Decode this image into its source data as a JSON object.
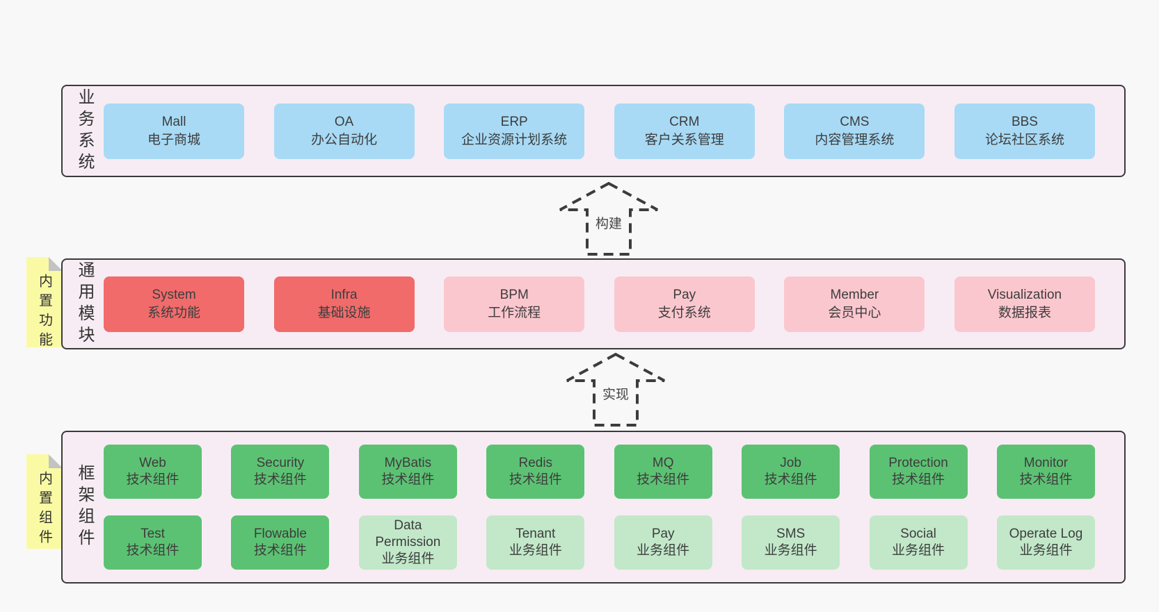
{
  "colors": {
    "page_bg": "#f8f8f8",
    "band_bg": "#f7ecf4",
    "band_border": "#3a3a3a",
    "box_blue": "#a8daf5",
    "box_red": "#f16b6b",
    "box_pink": "#fbc7ce",
    "box_green": "#5cc273",
    "box_green_light": "#c2e8c9",
    "note_yellow": "#fafaa5",
    "note_fold_gray": "#c3c3c3",
    "arrow_dash": "#3c3c3c"
  },
  "layers": [
    {
      "id": "business-systems",
      "label": "业务系统",
      "note": null,
      "rows": [
        [
          {
            "name": "Mall",
            "sub": "电子商城",
            "variant": "blue"
          },
          {
            "name": "OA",
            "sub": "办公自动化",
            "variant": "blue"
          },
          {
            "name": "ERP",
            "sub": "企业资源计划系统",
            "variant": "blue"
          },
          {
            "name": "CRM",
            "sub": "客户关系管理",
            "variant": "blue"
          },
          {
            "name": "CMS",
            "sub": "内容管理系统",
            "variant": "blue"
          },
          {
            "name": "BBS",
            "sub": "论坛社区系统",
            "variant": "blue"
          }
        ]
      ]
    },
    {
      "id": "common-modules",
      "label": "通用模块",
      "note": "内置功能",
      "rows": [
        [
          {
            "name": "System",
            "sub": "系统功能",
            "variant": "red"
          },
          {
            "name": "Infra",
            "sub": "基础设施",
            "variant": "red"
          },
          {
            "name": "BPM",
            "sub": "工作流程",
            "variant": "pink"
          },
          {
            "name": "Pay",
            "sub": "支付系统",
            "variant": "pink"
          },
          {
            "name": "Member",
            "sub": "会员中心",
            "variant": "pink"
          },
          {
            "name": "Visualization",
            "sub": "数据报表",
            "variant": "pink"
          }
        ]
      ]
    },
    {
      "id": "framework-components",
      "label": "框架组件",
      "note": "内置组件",
      "rows": [
        [
          {
            "name": "Web",
            "sub": "技术组件",
            "variant": "green"
          },
          {
            "name": "Security",
            "sub": "技术组件",
            "variant": "green"
          },
          {
            "name": "MyBatis",
            "sub": "技术组件",
            "variant": "green"
          },
          {
            "name": "Redis",
            "sub": "技术组件",
            "variant": "green"
          },
          {
            "name": "MQ",
            "sub": "技术组件",
            "variant": "green"
          },
          {
            "name": "Job",
            "sub": "技术组件",
            "variant": "green"
          },
          {
            "name": "Protection",
            "sub": "技术组件",
            "variant": "green"
          },
          {
            "name": "Monitor",
            "sub": "技术组件",
            "variant": "green"
          }
        ],
        [
          {
            "name": "Test",
            "sub": "技术组件",
            "variant": "green"
          },
          {
            "name": "Flowable",
            "sub": "技术组件",
            "variant": "green"
          },
          {
            "name": "Data Permission",
            "sub": "业务组件",
            "variant": "green-light"
          },
          {
            "name": "Tenant",
            "sub": "业务组件",
            "variant": "green-light"
          },
          {
            "name": "Pay",
            "sub": "业务组件",
            "variant": "green-light"
          },
          {
            "name": "SMS",
            "sub": "业务组件",
            "variant": "green-light"
          },
          {
            "name": "Social",
            "sub": "业务组件",
            "variant": "green-light"
          },
          {
            "name": "Operate Log",
            "sub": "业务组件",
            "variant": "green-light"
          }
        ]
      ]
    }
  ],
  "arrows": [
    {
      "label": "构建"
    },
    {
      "label": "实现"
    }
  ]
}
